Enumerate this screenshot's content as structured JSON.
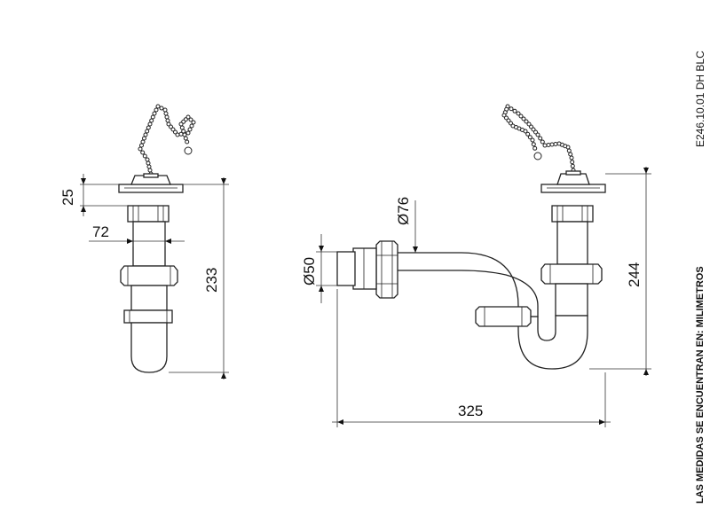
{
  "drawing": {
    "code": "E246.10.01 DH BLC",
    "units_note": "LAS MEDIDAS SE ENCUENTRAN EN: MILIMETROS"
  },
  "dimensions": {
    "plug_height": "25",
    "pipe_width": "72",
    "side_height": "233",
    "inlet_diameter": "Ø50",
    "body_diameter": "Ø76",
    "total_length": "325",
    "front_height": "244"
  }
}
